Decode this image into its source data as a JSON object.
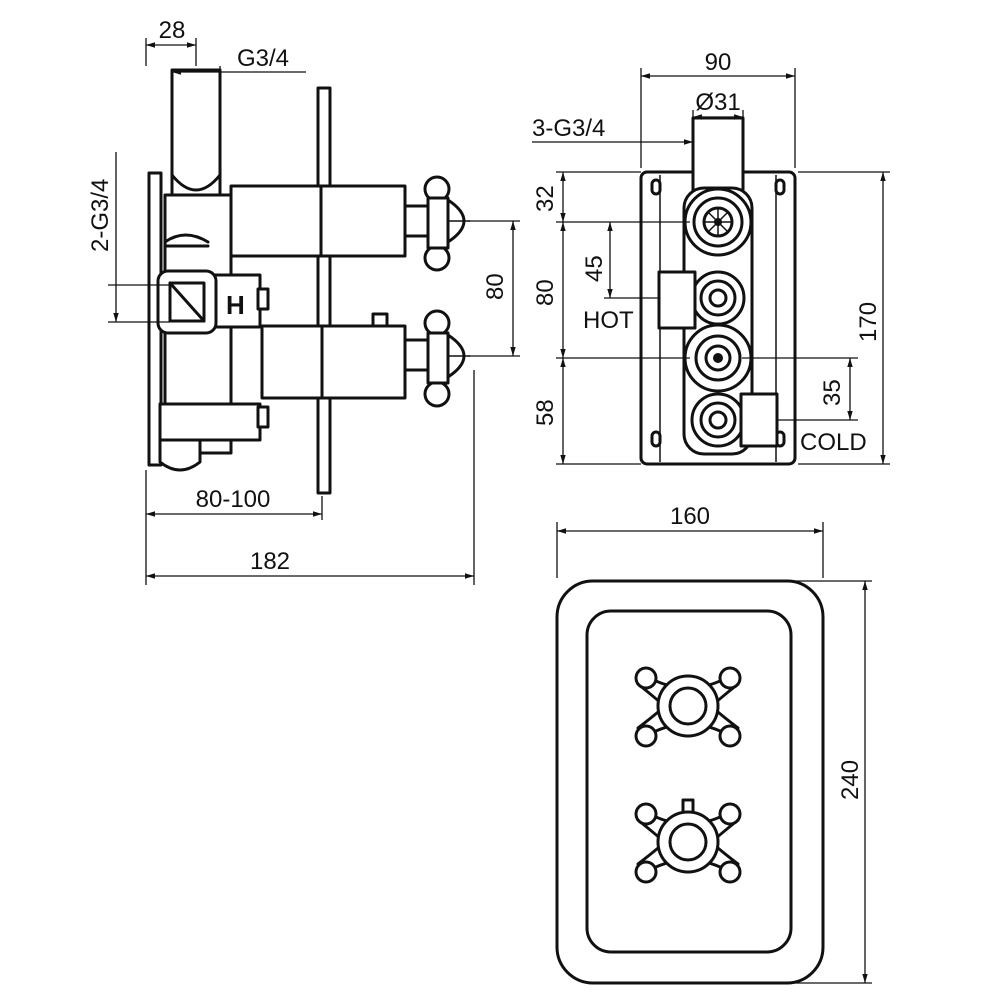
{
  "diagram": {
    "side_view": {
      "dim_top_width": "28",
      "dim_outlet_thread": "G3/4",
      "dim_inlet_thread": "2-G3/4",
      "dim_centres": "80",
      "dim_wall_depth": "80-100",
      "dim_total_depth": "182",
      "marker_h": "H"
    },
    "rear_view": {
      "dim_width": "90",
      "dim_diameter": "Ø31",
      "dim_outlets": "3-G3/4",
      "dim_top": "32",
      "dim_inlet_spacing": "45",
      "dim_middle": "80",
      "dim_bottom": "58",
      "dim_cold_offset": "35",
      "dim_height": "170",
      "label_hot": "HOT",
      "label_cold": "COLD"
    },
    "front_view": {
      "dim_width": "160",
      "dim_height": "240"
    }
  }
}
